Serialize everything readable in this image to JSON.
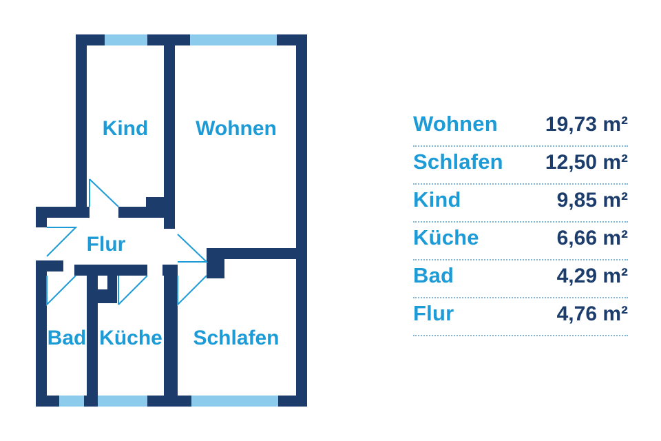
{
  "colors": {
    "wall": "#1c3d6b",
    "window": "#8dcbec",
    "door_line": "#1d9bd6",
    "label": "#1d9bd6",
    "value": "#1c3d6b",
    "divider": "#7fb6d9"
  },
  "rooms": {
    "kind": "Kind",
    "wohnen": "Wohnen",
    "flur": "Flur",
    "bad": "Bad",
    "kueche": "Küche",
    "schlafen": "Schlafen"
  },
  "areas": [
    {
      "name": "Wohnen",
      "value": "19,73 m²"
    },
    {
      "name": "Schlafen",
      "value": "12,50 m²"
    },
    {
      "name": "Kind",
      "value": "9,85 m²"
    },
    {
      "name": "Küche",
      "value": "6,66 m²"
    },
    {
      "name": "Bad",
      "value": "4,29 m²"
    },
    {
      "name": "Flur",
      "value": "4,76 m²"
    }
  ]
}
